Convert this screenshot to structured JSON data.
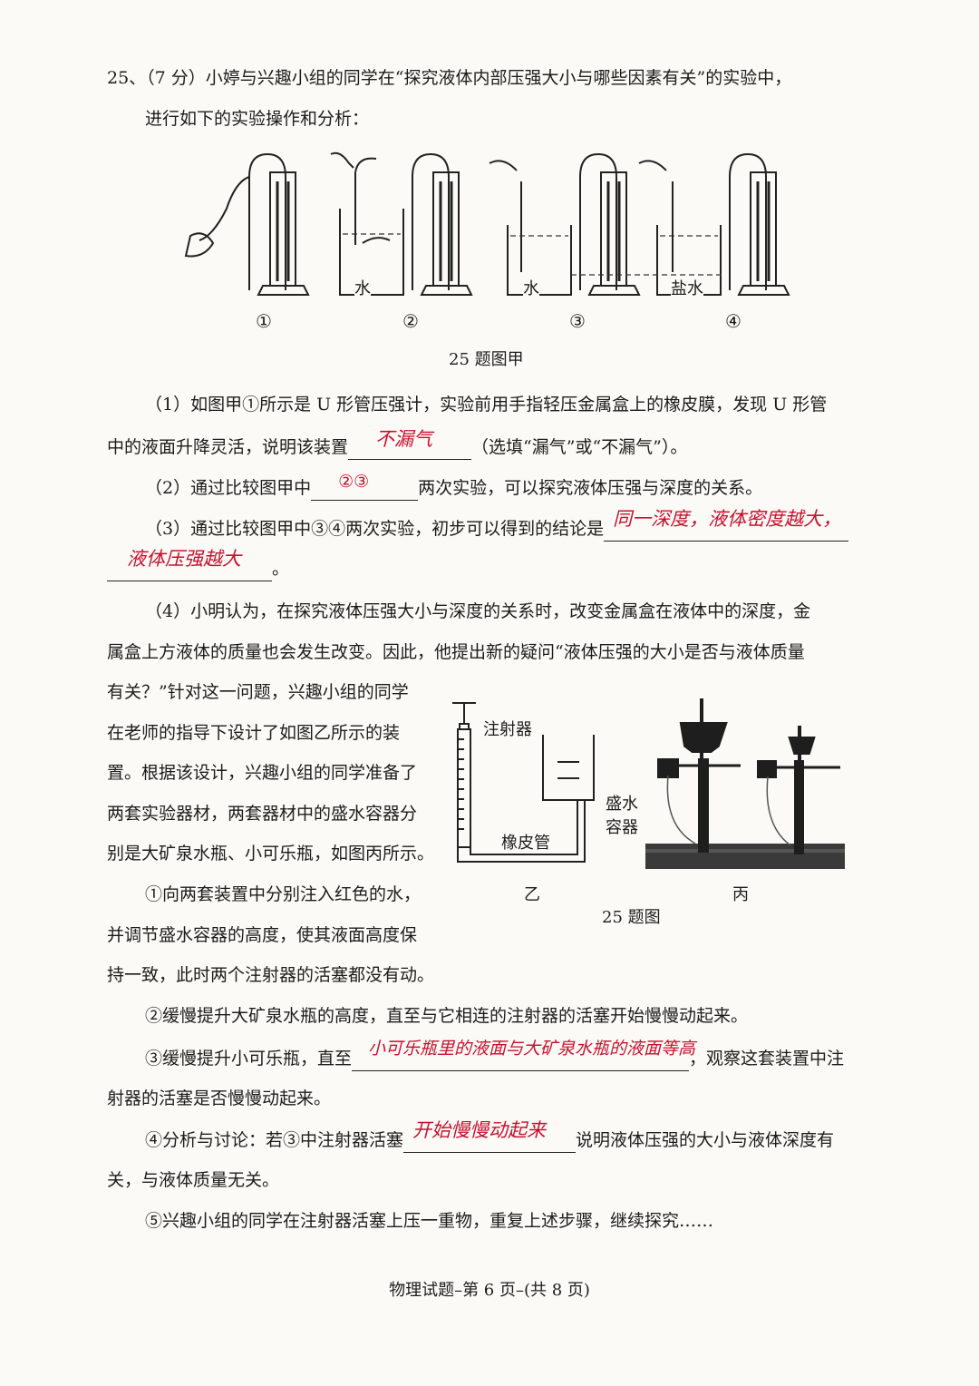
{
  "q_header": "25、（7 分）小婷与兴趣小组的同学在“探究液体内部压强大小与哪些因素有关”的实验中，",
  "q_intro": "进行如下的实验操作和分析：",
  "fig1": {
    "labels": [
      "①",
      "②",
      "③",
      "④"
    ],
    "liquid_water": "水",
    "liquid_salt": "盐水",
    "caption": "25 题图甲"
  },
  "p1": {
    "line1": "（1）如图甲①所示是 U 形管压强计，实验前用手指轻压金属盒上的橡皮膜，发现 U 形管",
    "line2_pre": "中的液面升降灵活，说明该装置",
    "line2_post": "（选填“漏气”或“不漏气”）。",
    "answer": "不漏气"
  },
  "p2": {
    "pre": "（2）通过比较图甲中",
    "post": "两次实验，可以探究液体压强与深度的关系。",
    "answer": "②③"
  },
  "p3": {
    "pre": "（3）通过比较图甲中③④两次实验，初步可以得到的结论是",
    "answer1": "同一深度，液体密度越大，",
    "answer2": "液体压强越大"
  },
  "p4": {
    "line1": "（4）小明认为，在探究液体压强大小与深度的关系时，改变金属盒在液体中的深度，金",
    "line2": "属盒上方液体的质量也会发生改变。因此，他提出新的疑问“液体压强的大小是否与液体质量",
    "wrap": [
      "有关？”针对这一问题，兴趣小组的同学",
      "在老师的指导下设计了如图乙所示的装",
      "置。根据该设计，兴趣小组的同学准备了",
      "两套实验器材，两套器材中的盛水容器分",
      "别是大矿泉水瓶、小可乐瓶，如图丙所示。"
    ],
    "step1": [
      "①向两套装置中分别注入红色的水，",
      "并调节盛水容器的高度，使其液面高度保",
      "持一致，此时两个注射器的活塞都没有动。"
    ],
    "step2": "②缓慢提升大矿泉水瓶的高度，直至与它相连的注射器的活塞开始慢慢动起来。",
    "step3_pre": "③缓慢提升小可乐瓶，直至",
    "step3_post": "，观察这套装置中注",
    "step3_line2": "射器的活塞是否慢慢动起来。",
    "step3_answer": "小可乐瓶里的液面与大矿泉水瓶的液面等高",
    "step4_pre": "④分析与讨论：若③中注射器活塞",
    "step4_post": "说明液体压强的大小与液体深度有",
    "step4_line2": "关，与液体质量无关。",
    "step4_answer": "开始慢慢动起来",
    "step5": "⑤兴趣小组的同学在注射器活塞上压一重物，重复上述步骤，继续探究……"
  },
  "fig2": {
    "syringe": "注射器",
    "container_1": "盛水",
    "container_2": "容器",
    "tube": "橡皮管",
    "label_yi": "乙",
    "label_bing": "丙",
    "caption": "25 题图"
  },
  "footer": "物理试题–第 6 页–(共 8 页)"
}
